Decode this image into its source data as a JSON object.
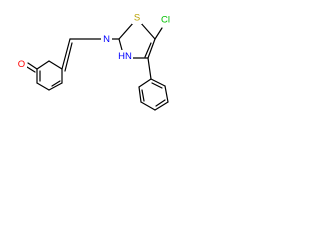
{
  "molecule": {
    "atoms": {
      "oxygen": {
        "label": "O",
        "color": "#ff0000"
      },
      "imine_nitrogen": {
        "label": "N",
        "color": "#0000ff"
      },
      "sulfur": {
        "label": "S",
        "color": "#b8a000"
      },
      "ring_nitrogen": {
        "label": "HN",
        "color": "#0000ff"
      },
      "chlorine": {
        "label": "Cl",
        "color": "#00c000"
      }
    },
    "bond_color": "#000000"
  }
}
